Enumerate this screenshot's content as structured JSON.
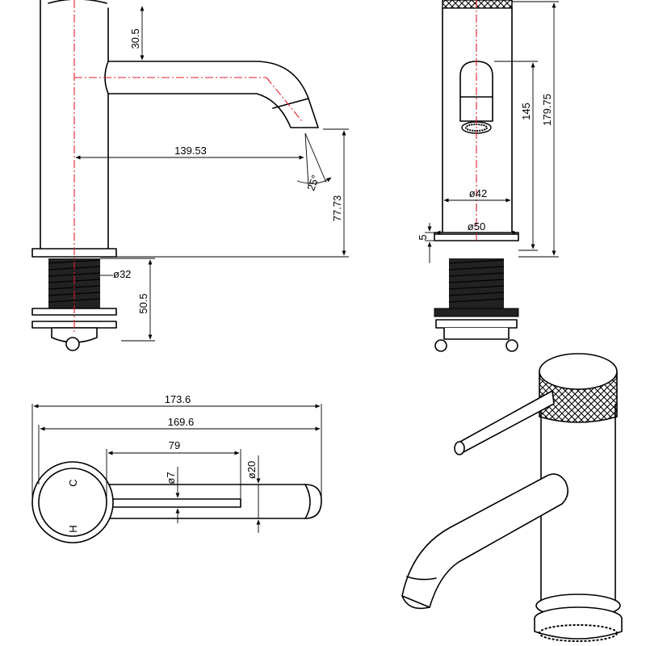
{
  "dimensions": {
    "side": {
      "spout_height": "30.5",
      "reach": "139.53",
      "angle": "25°",
      "outlet_height": "77.73",
      "thread_dia": "ø32",
      "thread_length": "50.5"
    },
    "front": {
      "body_dia": "ø42",
      "base_dia": "ø50",
      "base_thickness": "5",
      "outlet_height": "145",
      "overall_height": "179.75"
    },
    "top": {
      "overall_length": "173.6",
      "spout_length": "169.6",
      "handle_length": "79",
      "lever_dia": "ø7",
      "spout_dia": "ø20",
      "cold_label": "C",
      "hot_label": "H"
    }
  },
  "colors": {
    "outline": "#000000",
    "centerline": "#e0202a",
    "background": "#ffffff"
  }
}
